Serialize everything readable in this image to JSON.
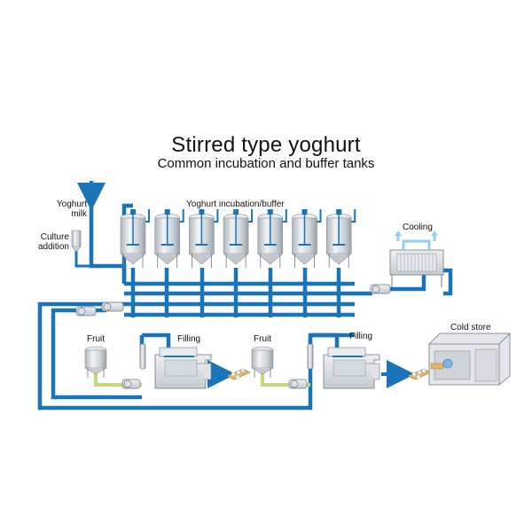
{
  "title": "Stirred type yoghurt",
  "subtitle": "Common incubation and buffer tanks",
  "labels": {
    "yoghurt_milk": "Yoghurt\nmilk",
    "culture_addition": "Culture\naddition",
    "incubation": "Yoghurt incubation/buffer",
    "cooling": "Cooling",
    "fruit": "Fruit",
    "filling": "Filling",
    "cold_store": "Cold store"
  },
  "colors": {
    "pipe": "#1a74b8",
    "pipe_light": "#8fd0f0",
    "fruit_pipe": "#c6d97a",
    "steel": "#c8cdd2",
    "steel_dark": "#8a9299"
  },
  "tank_count": 7
}
